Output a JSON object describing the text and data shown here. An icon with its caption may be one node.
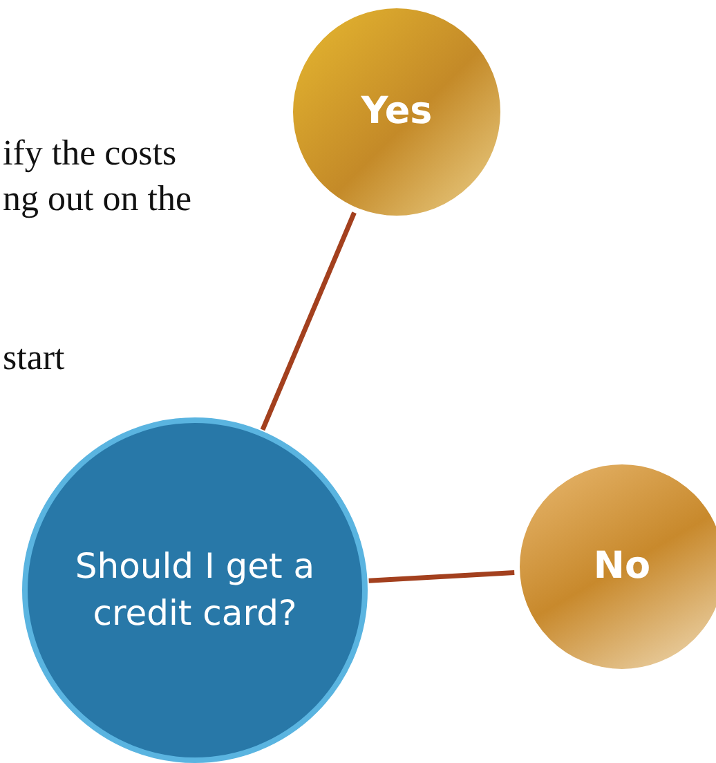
{
  "diagram": {
    "nodes": [
      {
        "text": [
          "Should I get a credit card?"
        ]
      },
      {
        "text": [
          "Yes"
        ]
      },
      {
        "text": [
          "No"
        ]
      }
    ],
    "edges": [
      {
        "from": 0,
        "to": 1,
        "arrow": "none"
      },
      {
        "from": 0,
        "to": 2,
        "arrow": "none"
      }
    ],
    "labels": [
      "ify the costs",
      "ng out on the",
      "start"
    ]
  }
}
